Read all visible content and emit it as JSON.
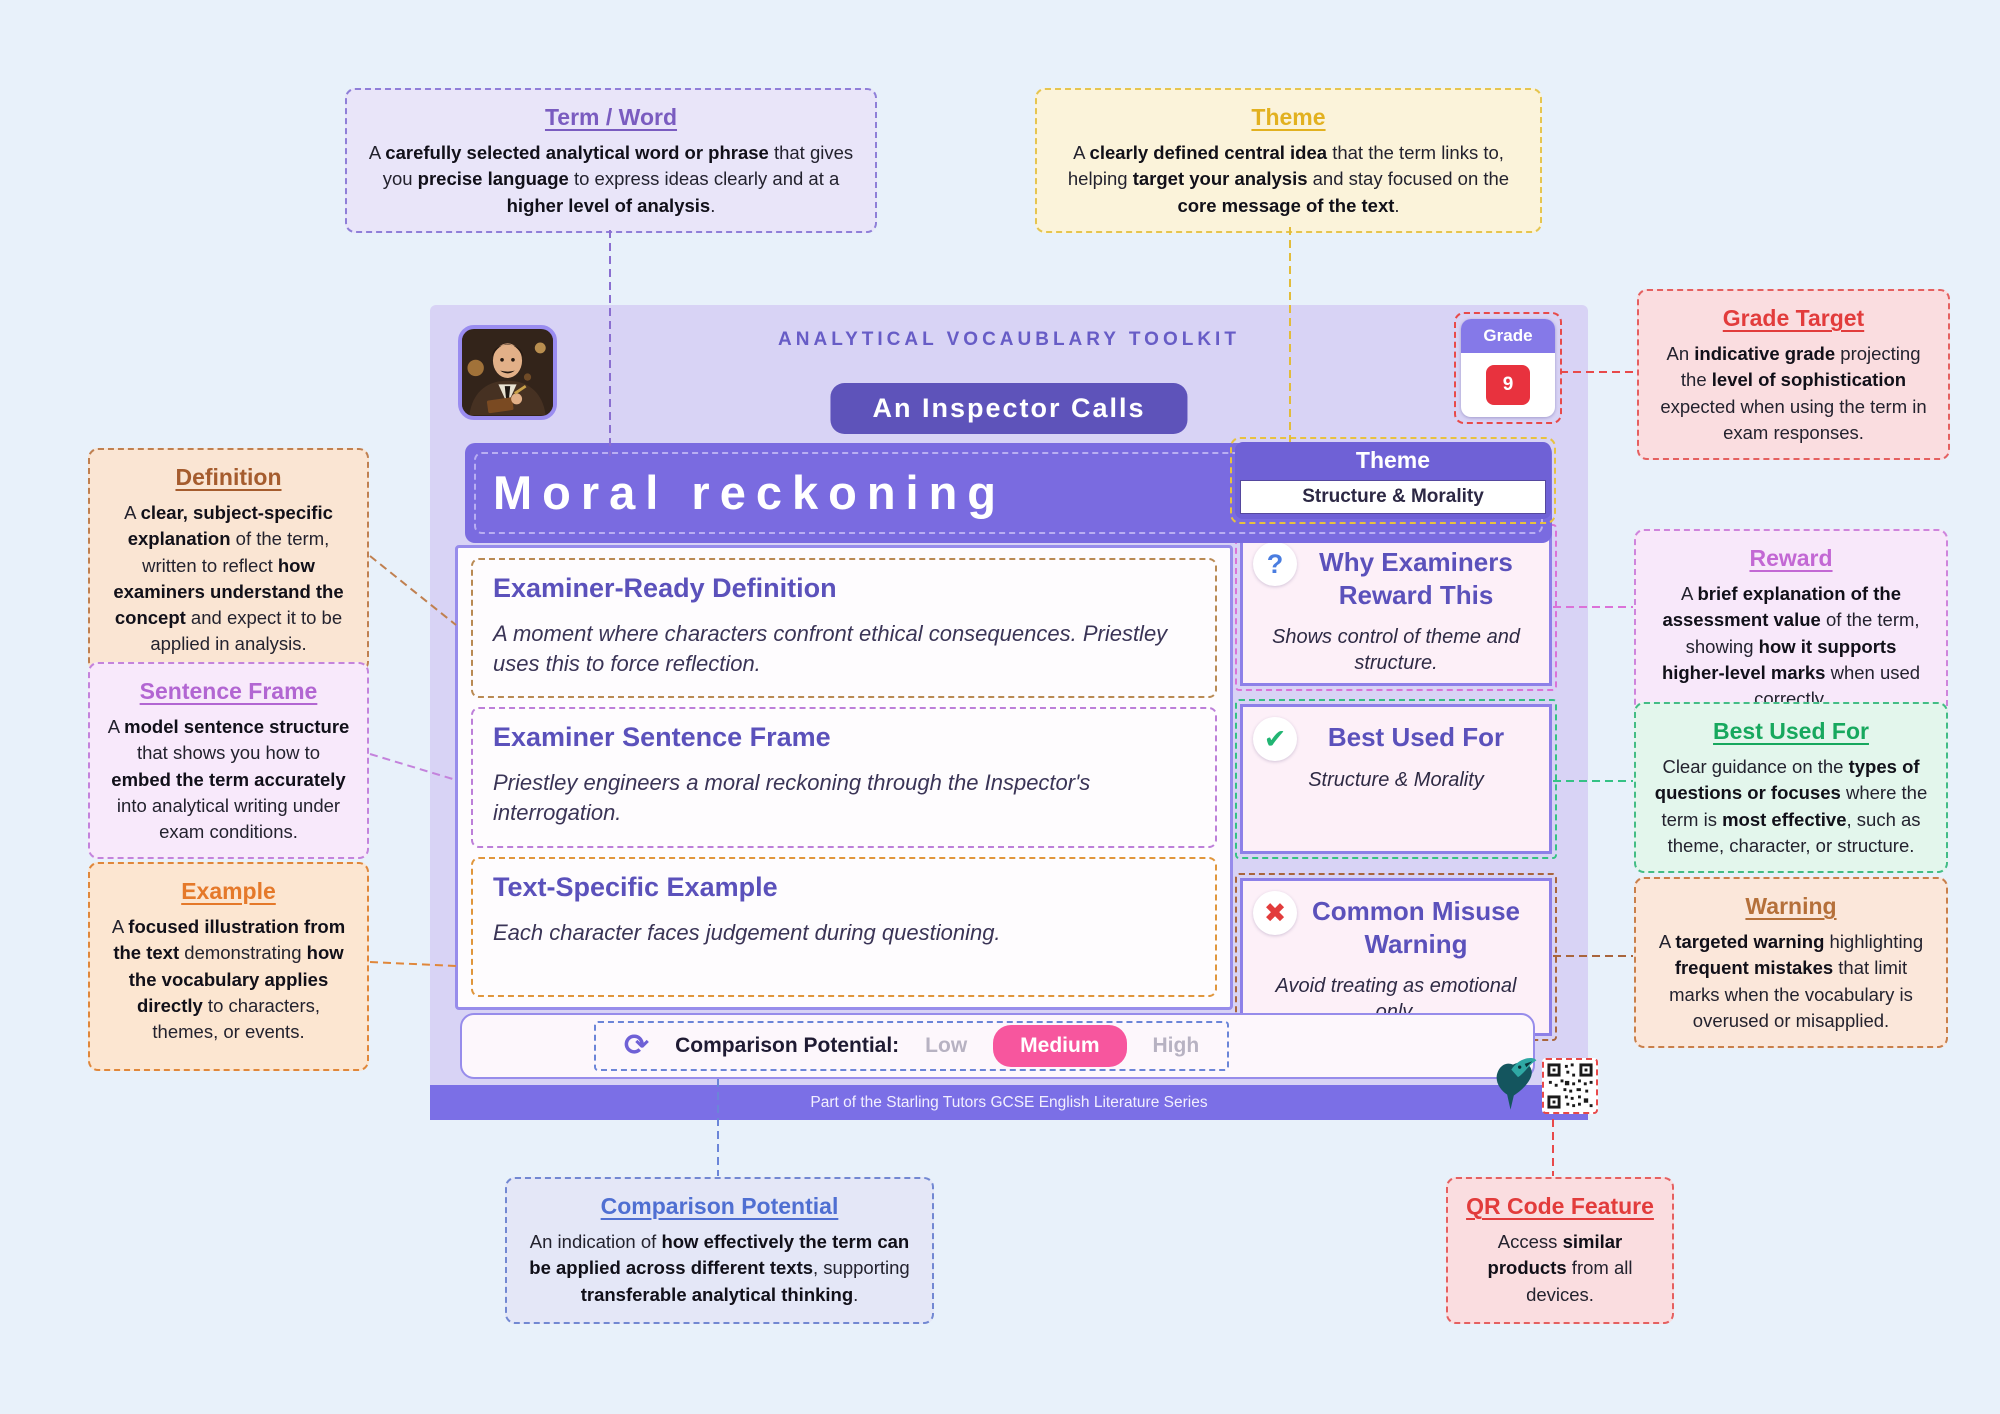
{
  "page": {
    "background": "#e8f1fa"
  },
  "colors": {
    "card_background": "#d8d3f5",
    "accent_purple": "#7b6fe6",
    "pill_purple": "#5e53ba",
    "heading_purple": "#5b51bb",
    "medium_pill_pink": "#f7569e",
    "grade_red": "#e8323e",
    "theme_gold": "#e2b120",
    "best_green": "#17a85e",
    "warning_brown": "#b5703a"
  },
  "card": {
    "toolkit_label": "ANALYTICAL VOCAUBLARY TOOLKIT",
    "book_title": "An Inspector Calls",
    "grade_badge": {
      "label": "Grade",
      "value": "9"
    },
    "term_title": "Moral reckoning",
    "theme_panel": {
      "title": "Theme",
      "value": "Structure & Morality"
    },
    "sections": [
      {
        "heading": "Examiner-Ready Definition",
        "body": "A moment where characters confront ethical consequences. Priestley uses this to force reflection."
      },
      {
        "heading": "Examiner Sentence Frame",
        "body": "Priestley engineers a moral reckoning through the Inspector's interrogation."
      },
      {
        "heading": "Text-Specific Example",
        "body": "Each character faces judgement during questioning."
      }
    ],
    "side_panels": [
      {
        "icon": "question-icon",
        "heading": "Why Examiners Reward This",
        "body": "Shows control of theme and structure."
      },
      {
        "icon": "check-icon",
        "heading": "Best Used For",
        "body": "Structure & Morality"
      },
      {
        "icon": "cross-icon",
        "heading": "Common Misuse Warning",
        "body": "Avoid treating as emotional only."
      }
    ],
    "comparison": {
      "label": "Comparison Potential:",
      "options": [
        "Low",
        "Medium",
        "High"
      ],
      "selected": "Medium"
    },
    "footer_text": "Part of the Starling Tutors GCSE English Literature Series"
  },
  "icons": {
    "question": "?",
    "check": "✔",
    "cross": "✖",
    "refresh": "⟳"
  },
  "callouts": {
    "term_word": {
      "title": "Term / Word",
      "body": [
        {
          "t": "A ",
          "b": false
        },
        {
          "t": "carefully selected analytical word or phrase",
          "b": true
        },
        {
          "t": " that gives you ",
          "b": false
        },
        {
          "t": "precise language",
          "b": true
        },
        {
          "t": " to express ideas clearly and at a ",
          "b": false
        },
        {
          "t": "higher level of analysis",
          "b": true
        },
        {
          "t": ".",
          "b": false
        }
      ]
    },
    "theme": {
      "title": "Theme",
      "body": [
        {
          "t": "A ",
          "b": false
        },
        {
          "t": "clearly defined central idea",
          "b": true
        },
        {
          "t": " that the term links to, helping ",
          "b": false
        },
        {
          "t": "target your analysis",
          "b": true
        },
        {
          "t": " and stay focused on the ",
          "b": false
        },
        {
          "t": "core message of the text",
          "b": true
        },
        {
          "t": ".",
          "b": false
        }
      ]
    },
    "grade_target": {
      "title": "Grade Target",
      "body": [
        {
          "t": "An ",
          "b": false
        },
        {
          "t": "indicative grade",
          "b": true
        },
        {
          "t": " projecting the ",
          "b": false
        },
        {
          "t": "level of sophistication",
          "b": true
        },
        {
          "t": " expected when using the term in exam responses.",
          "b": false
        }
      ]
    },
    "reward": {
      "title": "Reward",
      "body": [
        {
          "t": "A ",
          "b": false
        },
        {
          "t": "brief explanation of the assessment value",
          "b": true
        },
        {
          "t": " of the term, showing ",
          "b": false
        },
        {
          "t": "how it supports higher-level marks",
          "b": true
        },
        {
          "t": " when used correctly.",
          "b": false
        }
      ]
    },
    "best_used_for": {
      "title": "Best Used For",
      "body": [
        {
          "t": "Clear guidance on the ",
          "b": false
        },
        {
          "t": "types of questions or focuses",
          "b": true
        },
        {
          "t": " where the term is ",
          "b": false
        },
        {
          "t": "most effective",
          "b": true
        },
        {
          "t": ", such as theme, character, or structure.",
          "b": false
        }
      ]
    },
    "warning": {
      "title": "Warning",
      "body": [
        {
          "t": "A ",
          "b": false
        },
        {
          "t": "targeted warning",
          "b": true
        },
        {
          "t": " highlighting ",
          "b": false
        },
        {
          "t": "frequent mistakes",
          "b": true
        },
        {
          "t": " that limit marks when the vocabulary is overused or misapplied.",
          "b": false
        }
      ]
    },
    "definition": {
      "title": "Definition",
      "body": [
        {
          "t": "A ",
          "b": false
        },
        {
          "t": "clear, subject-specific explanation",
          "b": true
        },
        {
          "t": " of the term, written to reflect ",
          "b": false
        },
        {
          "t": "how examiners understand the concept",
          "b": true
        },
        {
          "t": " and expect it to be applied in analysis.",
          "b": false
        }
      ]
    },
    "sentence_frame": {
      "title": "Sentence Frame",
      "body": [
        {
          "t": "A ",
          "b": false
        },
        {
          "t": "model sentence structure",
          "b": true
        },
        {
          "t": " that shows you how to ",
          "b": false
        },
        {
          "t": "embed the term accurately",
          "b": true
        },
        {
          "t": " into analytical writing under exam conditions.",
          "b": false
        }
      ]
    },
    "example": {
      "title": "Example",
      "body": [
        {
          "t": "A ",
          "b": false
        },
        {
          "t": "focused illustration from the text",
          "b": true
        },
        {
          "t": " demonstrating ",
          "b": false
        },
        {
          "t": "how the vocabulary applies directly",
          "b": true
        },
        {
          "t": " to characters, themes, or events.",
          "b": false
        }
      ]
    },
    "comparison_potential": {
      "title": "Comparison Potential",
      "body": [
        {
          "t": "An indication of ",
          "b": false
        },
        {
          "t": "how effectively the term can be applied across different texts",
          "b": true
        },
        {
          "t": ", supporting ",
          "b": false
        },
        {
          "t": "transferable analytical thinking",
          "b": true
        },
        {
          "t": ".",
          "b": false
        }
      ]
    },
    "qr_feature": {
      "title": "QR Code Feature",
      "body": [
        {
          "t": "Access ",
          "b": false
        },
        {
          "t": "similar products",
          "b": true
        },
        {
          "t": " from all devices.",
          "b": false
        }
      ]
    }
  }
}
